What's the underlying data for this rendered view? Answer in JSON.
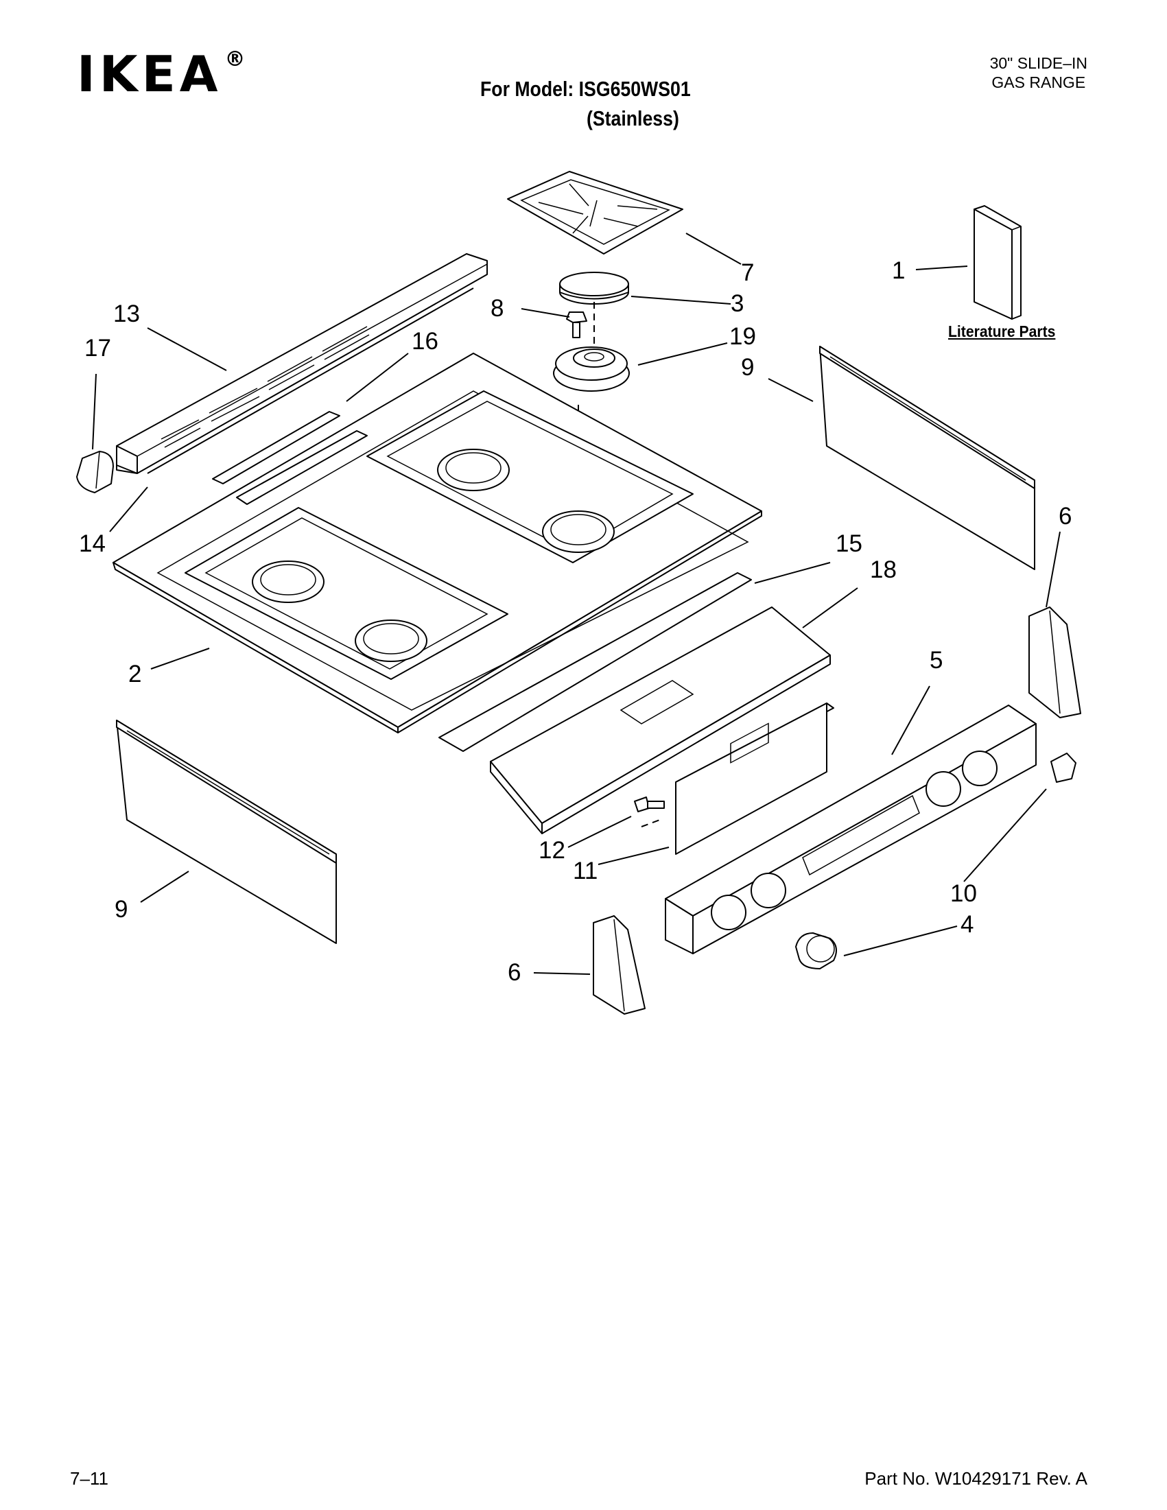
{
  "header": {
    "logo": "IKEA",
    "logo_mark": "®",
    "model": "For Model: ISG650WS01",
    "variant": "(Stainless)",
    "product_line1": "30\" SLIDE–IN",
    "product_line2": "GAS RANGE"
  },
  "literature_label": "Literature Parts",
  "callouts": {
    "c1": "1",
    "c2": "2",
    "c3": "3",
    "c4": "4",
    "c5": "5",
    "c6a": "6",
    "c6b": "6",
    "c7": "7",
    "c8": "8",
    "c9a": "9",
    "c9b": "9",
    "c10": "10",
    "c11": "11",
    "c12": "12",
    "c13": "13",
    "c14": "14",
    "c15": "15",
    "c16": "16",
    "c17": "17",
    "c18": "18",
    "c19": "19"
  },
  "footer": {
    "page": "7–11",
    "part_no": "Part No. W10429171 Rev. A"
  }
}
